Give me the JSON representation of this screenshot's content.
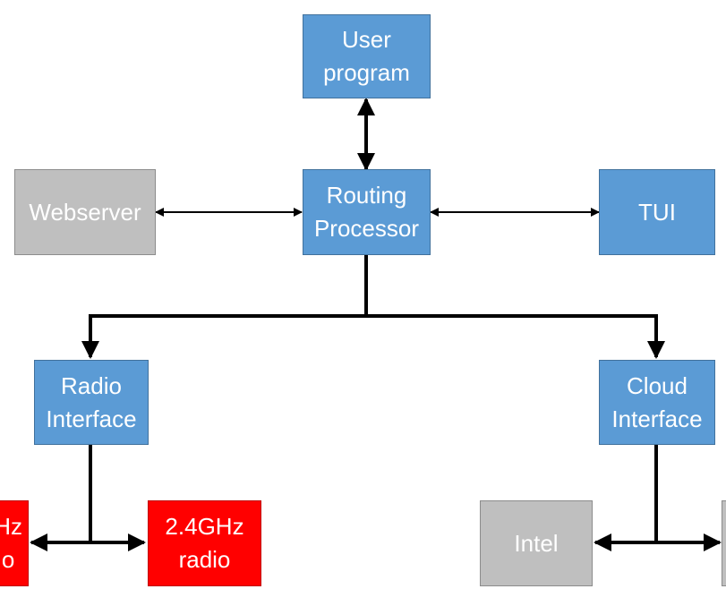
{
  "colors": {
    "blue_box": "#5b9bd5",
    "gray_box": "#bfbfbf",
    "red_box": "#ff0000",
    "connector": "#000000"
  },
  "nodes": {
    "user_program": "User\nprogram",
    "routing_processor": "Routing\nProcessor",
    "webserver": "Webserver",
    "tui": "TUI",
    "radio_interface": "Radio\nInterface",
    "cloud_interface": "Cloud\nInterface",
    "radio_left": "Hz\no",
    "radio_2_4ghz": "2.4GHz\nradio",
    "intel": "Intel"
  }
}
